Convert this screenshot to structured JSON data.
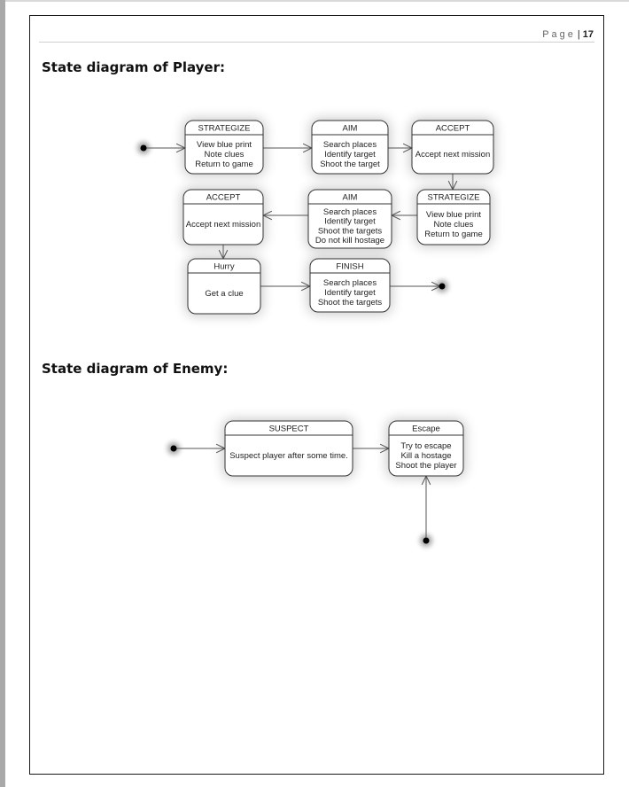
{
  "header": {
    "page_label": "Page",
    "page_number": "17"
  },
  "sections": {
    "player_heading": "State diagram of Player:",
    "enemy_heading": "State diagram of Enemy:"
  },
  "player_diagram": {
    "states": [
      {
        "id": "p1",
        "title": "STRATEGIZE",
        "lines": [
          "View blue print",
          "Note clues",
          "Return to game"
        ]
      },
      {
        "id": "p2",
        "title": "AIM",
        "lines": [
          "Search places",
          "Identify target",
          "Shoot the target"
        ]
      },
      {
        "id": "p3",
        "title": "ACCEPT",
        "lines": [
          "Accept next mission"
        ]
      },
      {
        "id": "p4",
        "title": "STRATEGIZE",
        "lines": [
          "View blue print",
          "Note clues",
          "Return to game"
        ]
      },
      {
        "id": "p5",
        "title": "AIM",
        "lines": [
          "Search places",
          "Identify target",
          "Shoot the targets",
          "Do not kill hostage"
        ]
      },
      {
        "id": "p6",
        "title": "ACCEPT",
        "lines": [
          "Accept next mission"
        ]
      },
      {
        "id": "p7",
        "title": "Hurry",
        "lines": [
          "Get a clue"
        ]
      },
      {
        "id": "p8",
        "title": "FINISH",
        "lines": [
          "Search places",
          "Identify target",
          "Shoot the targets"
        ]
      }
    ],
    "transitions": [
      {
        "from": "start",
        "to": "p1"
      },
      {
        "from": "p1",
        "to": "p2"
      },
      {
        "from": "p2",
        "to": "p3"
      },
      {
        "from": "p3",
        "to": "p4"
      },
      {
        "from": "p4",
        "to": "p5"
      },
      {
        "from": "p5",
        "to": "p6"
      },
      {
        "from": "p6",
        "to": "p7"
      },
      {
        "from": "p7",
        "to": "p8"
      },
      {
        "from": "p8",
        "to": "end"
      }
    ]
  },
  "enemy_diagram": {
    "states": [
      {
        "id": "e1",
        "title": "SUSPECT",
        "lines": [
          "Suspect player after some time."
        ]
      },
      {
        "id": "e2",
        "title": "Escape",
        "lines": [
          "Try to escape",
          "Kill a hostage",
          "Shoot the player"
        ]
      }
    ],
    "transitions": [
      {
        "from": "start",
        "to": "e1"
      },
      {
        "from": "e1",
        "to": "e2"
      },
      {
        "from": "start2",
        "to": "e2"
      }
    ]
  },
  "colors": {
    "frame": "#1a1a1a",
    "left_bar": "#a9a9a9",
    "text": "#222222"
  }
}
